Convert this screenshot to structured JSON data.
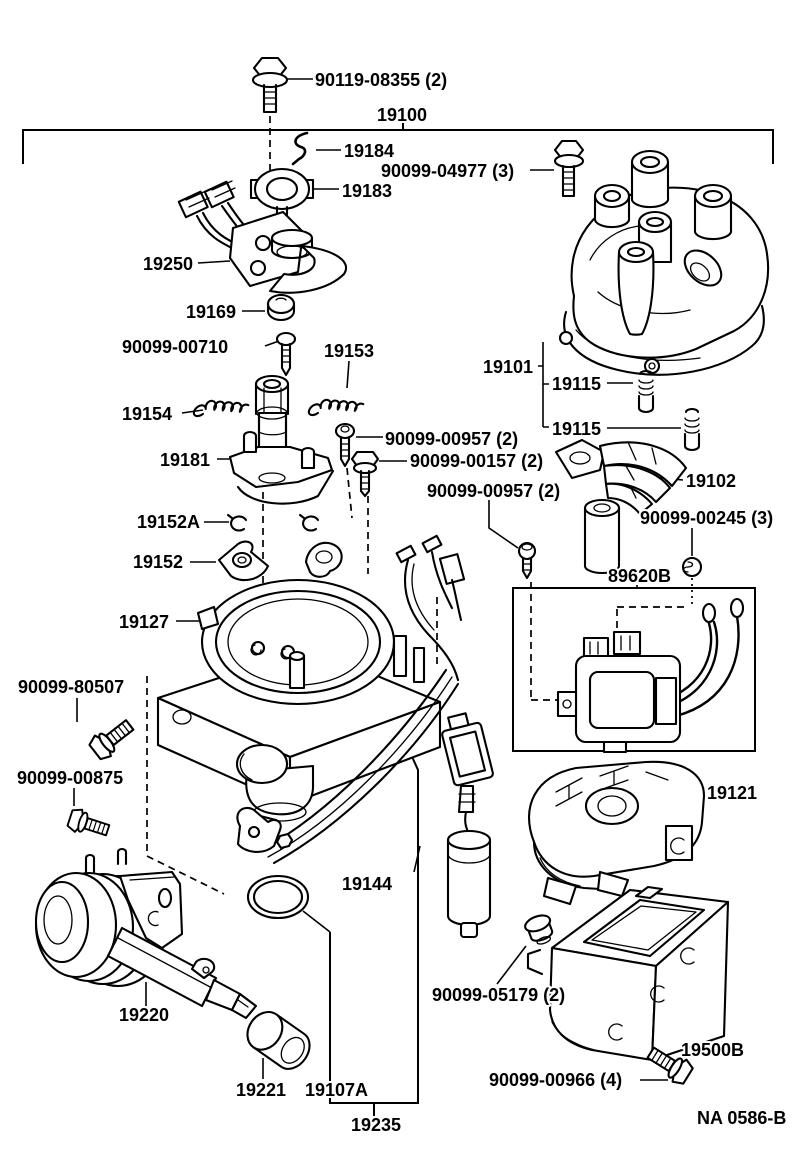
{
  "diagram": {
    "type": "parts-exploded-view",
    "assembly_number": "19100",
    "footer_code": "NA 0586-B",
    "line_color": "#000000",
    "background_color": "#ffffff"
  },
  "labels": {
    "bolt_90119_08355": "90119-08355 (2)",
    "assembly_19100": "19100",
    "clip_19184": "19184",
    "bolt_90099_04977": "90099-04977 (3)",
    "clamp_19183": "19183",
    "signal_generator_19250": "19250",
    "grommet_19169": "19169",
    "screw_90099_00710": "90099-00710",
    "spring_19153": "19153",
    "spring_19154": "19154",
    "shaft_19181": "19181",
    "screw_90099_00957_upper": "90099-00957 (2)",
    "screw_90099_00157": "90099-00157 (2)",
    "cap_19101": "19101",
    "terminal_19115_upper": "19115",
    "terminal_19115_lower": "19115",
    "rotor_19102": "19102",
    "screw_90099_00957_lower": "90099-00957 (2)",
    "nut_90099_00245": "90099-00245 (3)",
    "clip_19152A": "19152A",
    "weight_19152": "19152",
    "igniter_89620B": "89620B",
    "housing_19127": "19127",
    "bolt_90099_80507": "90099-80507",
    "bolt_90099_00875": "90099-00875",
    "cover_19121": "19121",
    "cord_19144": "19144",
    "vacuum_advancer_19220": "19220",
    "grommet_19221": "19221",
    "oring_19107A": "19107A",
    "cord_set_19235": "19235",
    "grommet_90099_05179": "90099-05179 (2)",
    "coil_19500B": "19500B",
    "bolt_90099_00966": "90099-00966 (4)",
    "footer_code": "NA 0586-B"
  }
}
